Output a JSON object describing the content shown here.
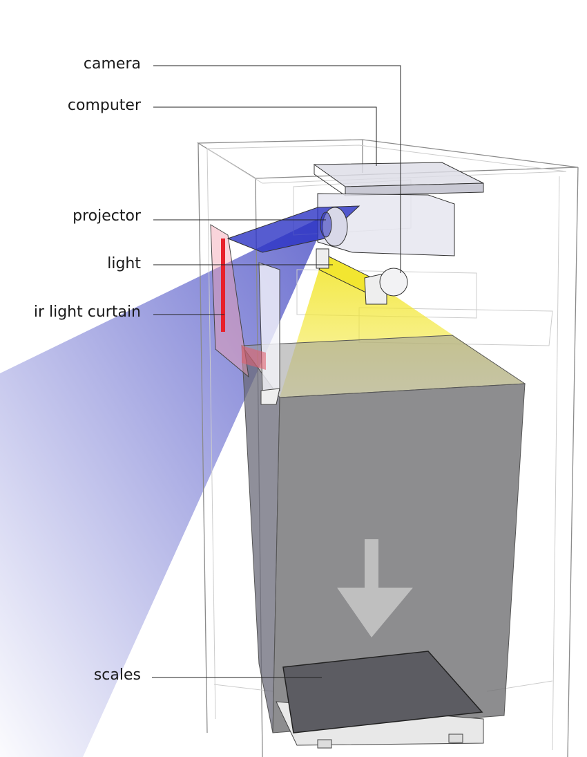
{
  "labels": {
    "camera": "camera",
    "computer": "computer",
    "projector": "projector",
    "light": "light",
    "ir_light_curtain": "ir light curtain",
    "scales": "scales"
  },
  "colors": {
    "projector_beam": "#3a3fc0",
    "light_beam": "#f2e630",
    "ir_curtain": "#e8202a",
    "bin": "#6f6f73",
    "outline": "#999999"
  }
}
